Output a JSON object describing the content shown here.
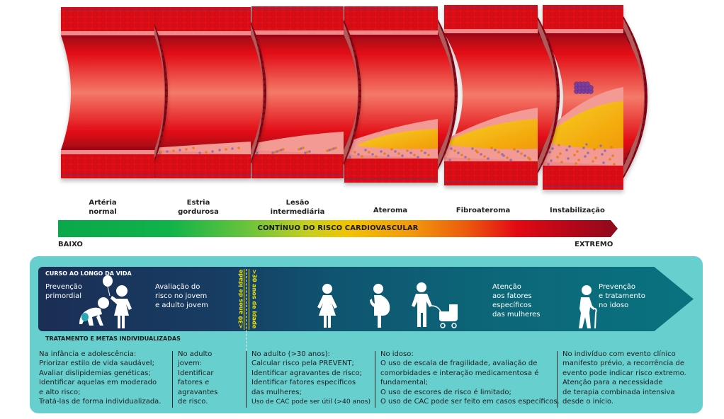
{
  "stages": [
    {
      "id": "normal",
      "label_line1": "Artéria",
      "label_line2": "normal"
    },
    {
      "id": "fatty-streak",
      "label_line1": "Estria",
      "label_line2": "gordurosa"
    },
    {
      "id": "intermediate",
      "label_line1": "Lesão",
      "label_line2": "intermediária"
    },
    {
      "id": "atheroma",
      "label_line1": "Ateroma",
      "label_line2": ""
    },
    {
      "id": "fibroatheroma",
      "label_line1": "Fibroateroma",
      "label_line2": ""
    },
    {
      "id": "instability",
      "label_line1": "Instabilização",
      "label_line2": ""
    }
  ],
  "risk_bar": {
    "title": "CONTÍNUO DO RISCO CARDIOVASCULAR",
    "low_label": "BAIXO",
    "high_label": "EXTREMO",
    "colors": {
      "low": "#10b34a",
      "mid": "#f2c200",
      "high": "#e30914",
      "extreme": "#8e0a1c"
    }
  },
  "lifecourse": {
    "heading": "CURSO AO LONGO DA VIDA",
    "primordial": [
      "Prevenção",
      "primordial"
    ],
    "young": [
      "Avaliação do",
      "risco no jovem",
      "e adulto jovem"
    ],
    "age_left": "<30 anos de idade",
    "age_right": ">30 anos de idade",
    "women": [
      "Atenção",
      "aos fatores",
      "específicos",
      "das mulheres"
    ],
    "elderly": [
      "Prevenção",
      "e tratamento",
      "no idoso"
    ],
    "icons": [
      "crawling-baby-icon",
      "girl-with-balloon-icon",
      "woman-icon",
      "pregnant-woman-icon",
      "parent-with-stroller-icon",
      "elderly-with-cane-icon"
    ]
  },
  "treatment": {
    "heading": "TRATAMENTO E METAS INDIVIDUALIZADAS",
    "columns": [
      {
        "lines": [
          "Na infância e adolescência:",
          "Priorizar estilo de vida saudável;",
          "Avaliar dislipidemias genéticas;",
          "Identificar aquelas em moderado",
          "e alto risco;",
          "Tratá-las de forma individualizada."
        ]
      },
      {
        "lines": [
          "No adulto",
          "jovem:",
          "Identificar",
          "fatores e",
          "agravantes",
          "de risco."
        ]
      },
      {
        "lines": [
          "No adulto (>30 anos):",
          "Calcular risco pela PREVENT;",
          "Identificar agravantes de risco;",
          "Identificar fatores específicos",
          "das mulheres;",
          "Uso de CAC pode ser útil (>40 anos)"
        ]
      },
      {
        "lines": [
          "No idoso:",
          "O uso de escala de fragilidade, avaliação de",
          "comorbidades e interação medicamentosa é",
          "fundamental;",
          "O uso de escores de risco é limitado;",
          "O uso de CAC pode ser feito em casos específicos."
        ]
      },
      {
        "lines": [
          "No indivíduo com evento clínico",
          "manifesto prévio, a recorrência de",
          "evento pode indicar risco extremo.",
          "Atenção para a necessidade",
          "de terapia combinada intensiva",
          "desde o início."
        ]
      }
    ]
  },
  "colors": {
    "panel_teal": "#68cfcf",
    "arrow_navy": "#1b2e55",
    "arrow_teal": "#0a727f",
    "age_yellow": "#f2e600",
    "artery_red": "#e30914",
    "plaque_yellow": "#f5c200"
  }
}
